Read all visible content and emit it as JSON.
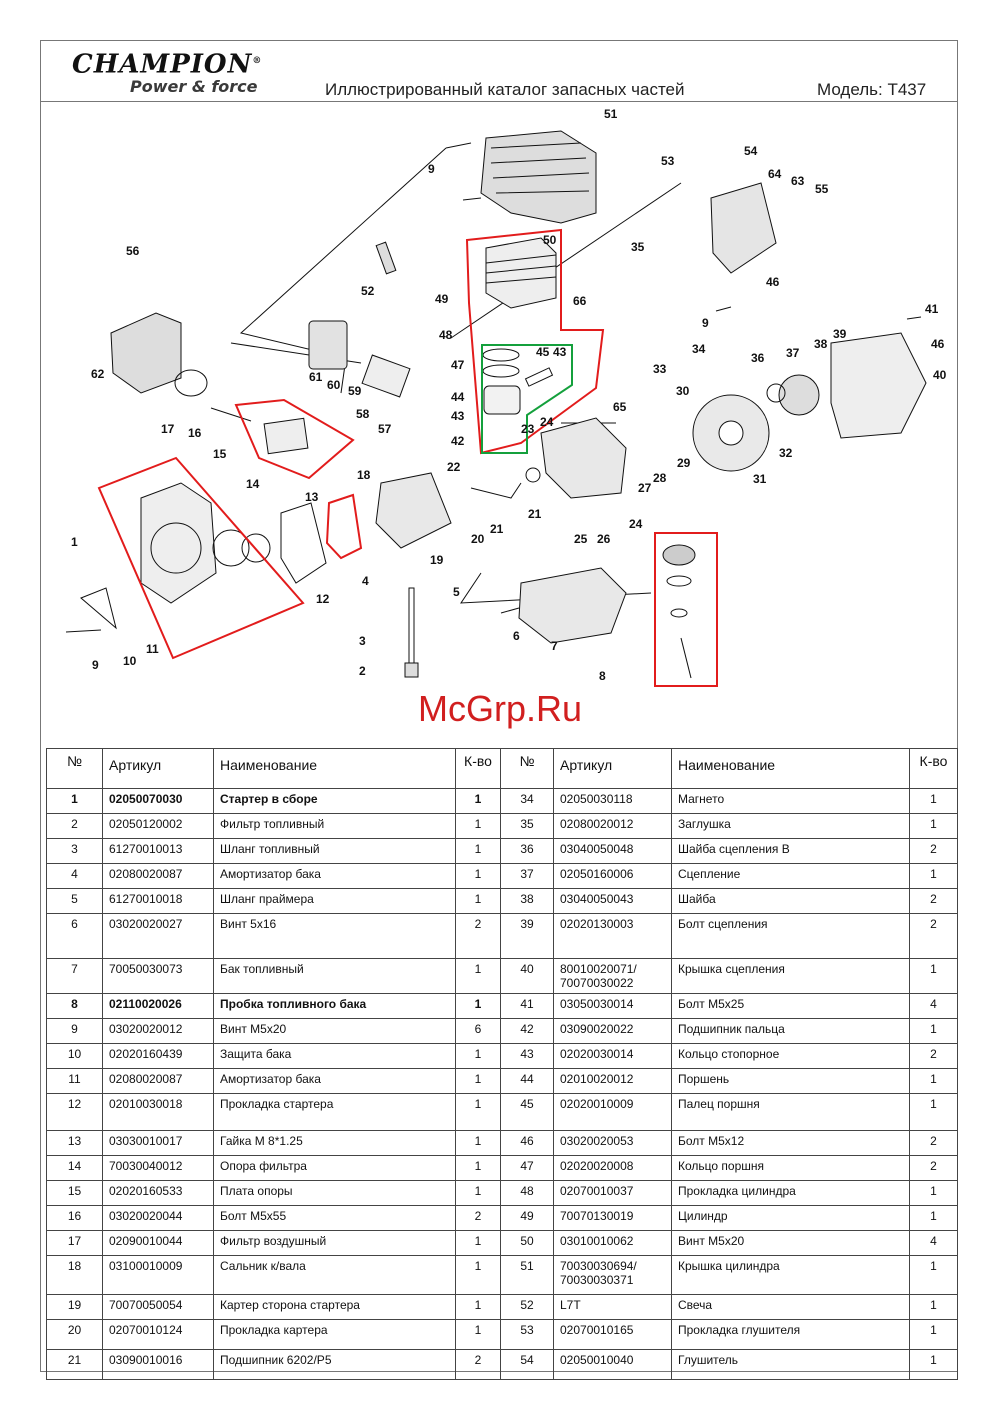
{
  "header": {
    "brand": "CHAMPION",
    "brand_sub": "Power & force",
    "catalog_title": "Иллюстрированный каталог запасных частей",
    "model": "Модель: T437"
  },
  "watermark": "McGrp.Ru",
  "diagram": {
    "callouts": [
      "1",
      "2",
      "3",
      "4",
      "5",
      "6",
      "7",
      "8",
      "9",
      "9",
      "9",
      "10",
      "11",
      "12",
      "13",
      "14",
      "15",
      "16",
      "17",
      "18",
      "19",
      "20",
      "21",
      "21",
      "22",
      "23",
      "24",
      "24",
      "25",
      "26",
      "27",
      "28",
      "29",
      "30",
      "31",
      "32",
      "33",
      "34",
      "35",
      "36",
      "37",
      "38",
      "39",
      "40",
      "41",
      "42",
      "43",
      "43",
      "44",
      "45",
      "46",
      "46",
      "47",
      "48",
      "49",
      "50",
      "51",
      "52",
      "53",
      "54",
      "55",
      "56",
      "57",
      "58",
      "59",
      "60",
      "61",
      "62",
      "63",
      "64",
      "65",
      "66"
    ]
  },
  "table": {
    "headers": [
      "№",
      "Артикул",
      "Наименование",
      "К-во",
      "№",
      "Артикул",
      "Наименование",
      "К-во"
    ],
    "rows": [
      {
        "n1": "1",
        "a1": "02050070030",
        "name1": "Стартер в сборе",
        "q1": "1",
        "n2": "34",
        "a2": "02050030118",
        "name2": "Магнето",
        "q2": "1"
      },
      {
        "n1": "2",
        "a1": "02050120002",
        "name1": "Фильтр топливный",
        "q1": "1",
        "n2": "35",
        "a2": "02080020012",
        "name2": "Заглушка",
        "q2": "1"
      },
      {
        "n1": "3",
        "a1": "61270010013",
        "name1": "Шланг топливный",
        "q1": "1",
        "n2": "36",
        "a2": "03040050048",
        "name2": "Шайба сцепления В",
        "q2": "2"
      },
      {
        "n1": "4",
        "a1": "02080020087",
        "name1": "Амортизатор бака",
        "q1": "1",
        "n2": "37",
        "a2": "02050160006",
        "name2": "Сцепление",
        "q2": "1"
      },
      {
        "n1": "5",
        "a1": "61270010018",
        "name1": "Шланг праймера",
        "q1": "1",
        "n2": "38",
        "a2": "03040050043",
        "name2": "Шайба",
        "q2": "2"
      },
      {
        "n1": "6",
        "a1": "03020020027",
        "name1": "Винт 5x16",
        "q1": "2",
        "n2": "39",
        "a2": "02020130003",
        "name2": "Болт сцепления",
        "q2": "2"
      },
      {
        "n1": "7",
        "a1": "70050030073",
        "name1": "Бак топливный",
        "q1": "1",
        "n2": "40",
        "a2": "80010020071/ 70070030022",
        "name2": "Крышка сцепления",
        "q2": "1"
      },
      {
        "n1": "8",
        "a1": "02110020026",
        "name1": "Пробка топливного бака",
        "q1": "1",
        "n2": "41",
        "a2": "03050030014",
        "name2": "Болт M5x25",
        "q2": "4"
      },
      {
        "n1": "9",
        "a1": "03020020012",
        "name1": "Винт M5x20",
        "q1": "6",
        "n2": "42",
        "a2": "03090020022",
        "name2": "Подшипник пальца",
        "q2": "1"
      },
      {
        "n1": "10",
        "a1": "02020160439",
        "name1": "Защита бака",
        "q1": "1",
        "n2": "43",
        "a2": "02020030014",
        "name2": "Кольцо стопорное",
        "q2": "2"
      },
      {
        "n1": "11",
        "a1": "02080020087",
        "name1": "Амортизатор бака",
        "q1": "1",
        "n2": "44",
        "a2": "02010020012",
        "name2": "Поршень",
        "q2": "1"
      },
      {
        "n1": "12",
        "a1": "02010030018",
        "name1": "Прокладка стартера",
        "q1": "1",
        "n2": "45",
        "a2": "02020010009",
        "name2": "Палец поршня",
        "q2": "1"
      },
      {
        "n1": "13",
        "a1": "03030010017",
        "name1": "Гайка M 8*1.25",
        "q1": "1",
        "n2": "46",
        "a2": "03020020053",
        "name2": "Болт M5x12",
        "q2": "2"
      },
      {
        "n1": "14",
        "a1": "70030040012",
        "name1": "Опора фильтра",
        "q1": "1",
        "n2": "47",
        "a2": "02020020008",
        "name2": "Кольцо поршня",
        "q2": "2"
      },
      {
        "n1": "15",
        "a1": "02020160533",
        "name1": "Плата опоры",
        "q1": "1",
        "n2": "48",
        "a2": "02070010037",
        "name2": "Прокладка цилиндра",
        "q2": "1"
      },
      {
        "n1": "16",
        "a1": "03020020044",
        "name1": "Болт M5x55",
        "q1": "2",
        "n2": "49",
        "a2": "70070130019",
        "name2": "Цилиндр",
        "q2": "1"
      },
      {
        "n1": "17",
        "a1": "02090010044",
        "name1": "Фильтр воздушный",
        "q1": "1",
        "n2": "50",
        "a2": "03010010062",
        "name2": "Винт M5x20",
        "q2": "4"
      },
      {
        "n1": "18",
        "a1": "03100010009",
        "name1": "Сальник к/вала",
        "q1": "1",
        "n2": "51",
        "a2": "70030030694/ 70030030371",
        "name2": "Крышка цилиндра",
        "q2": "1"
      },
      {
        "n1": "19",
        "a1": "70070050054",
        "name1": "Картер сторона стартера",
        "q1": "1",
        "n2": "52",
        "a2": "L7T",
        "name2": "Свеча",
        "q2": "1"
      },
      {
        "n1": "20",
        "a1": "02070010124",
        "name1": "Прокладка картера",
        "q1": "1",
        "n2": "53",
        "a2": "02070010165",
        "name2": "Прокладка глушителя",
        "q2": "1"
      },
      {
        "n1": "21",
        "a1": "03090010016",
        "name1": "Подшипник 6202/P5",
        "q1": "2",
        "n2": "54",
        "a2": "02050010040",
        "name2": "Глушитель",
        "q2": "1"
      }
    ]
  }
}
